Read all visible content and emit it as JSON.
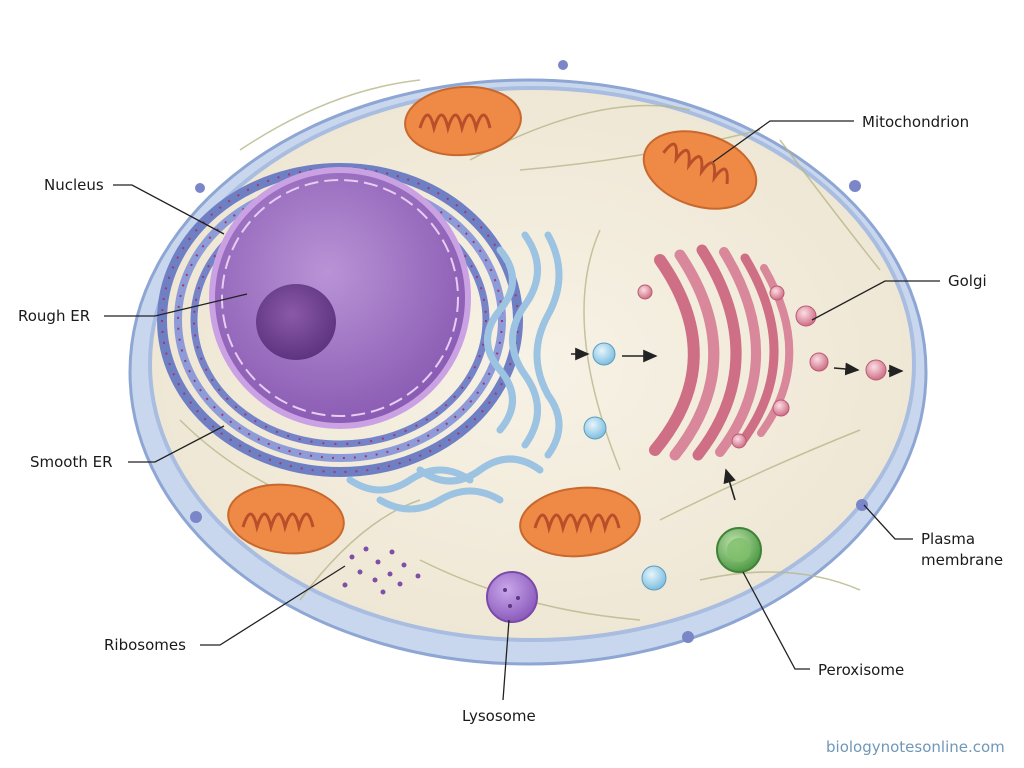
{
  "labels": {
    "nucleus": "Nucleus",
    "rough_er": "Rough ER",
    "smooth_er": "Smooth ER",
    "ribosomes": "Ribosomes",
    "lysosome": "Lysosome",
    "peroxisome": "Peroxisome",
    "mitochondrion": "Mitochondrion",
    "golgi": "Golgi",
    "plasma_membrane_line1": "Plasma",
    "plasma_membrane_line2": "membrane"
  },
  "watermark": "biologynotesonline.com",
  "colors": {
    "membrane": "#a9bde0",
    "cytoplasm": "#f3eee1",
    "nucleus": "#9a6cc0",
    "nucleolus": "#6e3f8f",
    "er": "#7d8fcf",
    "smooth_er": "#9cc3e2",
    "golgi": "#d9879a",
    "mitochondrion": "#ee8a45",
    "lysosome": "#a57bd0",
    "peroxisome": "#6fb25d",
    "vesicle": "#8ec7e4"
  }
}
